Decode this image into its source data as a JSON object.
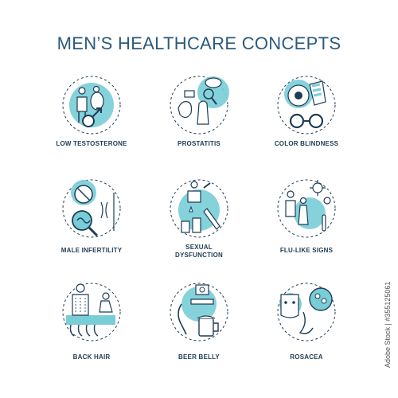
{
  "title": "MEN’S HEALTHCARE CONCEPTS",
  "accent_color": "#78cdd7",
  "stroke_color": "#1f3c55",
  "concepts": [
    {
      "label": "LOW TESTOSTERONE",
      "icon": "low-testosterone-icon"
    },
    {
      "label": "PROSTATITIS",
      "icon": "prostatitis-icon"
    },
    {
      "label": "COLOR BLINDNESS",
      "icon": "color-blindness-icon"
    },
    {
      "label": "MALE INFERTILITY",
      "icon": "male-infertility-icon"
    },
    {
      "label": "SEXUAL DYSFUNCTION",
      "icon": "sexual-dysfunction-icon"
    },
    {
      "label": "FLU-LIKE SIGNS",
      "icon": "flu-like-signs-icon"
    },
    {
      "label": "BACK HAIR",
      "icon": "back-hair-icon"
    },
    {
      "label": "BEER BELLY",
      "icon": "beer-belly-icon"
    },
    {
      "label": "ROSACEA",
      "icon": "rosacea-icon"
    }
  ],
  "watermark": "Adobe Stock | #355125061"
}
